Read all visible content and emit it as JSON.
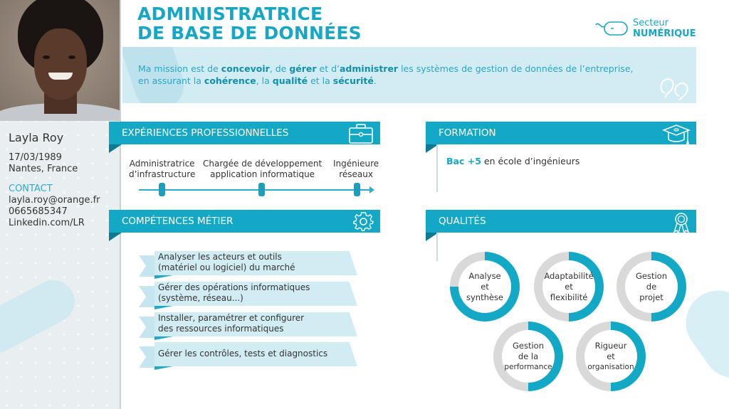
{
  "header": {
    "title_line1": "ADMINISTRATRICE",
    "title_line2": "DE BASE DE DONNÉES",
    "sector_label": "Secteur",
    "sector_value": "NUMÉRIQUE",
    "sector_icon": "mouse-icon"
  },
  "mission": {
    "parts": [
      {
        "text": "Ma mission est de ",
        "bold": false
      },
      {
        "text": "concevoir",
        "bold": true
      },
      {
        "text": ", de ",
        "bold": false
      },
      {
        "text": "gérer",
        "bold": true
      },
      {
        "text": " et d’",
        "bold": false
      },
      {
        "text": "administrer",
        "bold": true
      },
      {
        "text": " les systèmes de gestion de données de l’entreprise,",
        "bold": false
      }
    ],
    "line2_parts": [
      {
        "text": "en assurant la ",
        "bold": false
      },
      {
        "text": "cohérence",
        "bold": true
      },
      {
        "text": ", la ",
        "bold": false
      },
      {
        "text": "qualité",
        "bold": true
      },
      {
        "text": " et la ",
        "bold": false
      },
      {
        "text": "sécurité",
        "bold": true
      },
      {
        "text": ".",
        "bold": false
      }
    ],
    "quote_icon": "quote-icon"
  },
  "profile": {
    "name": "Layla Roy",
    "birthdate": "17/03/1989",
    "location": "Nantes, France",
    "contact_label": "CONTACT",
    "email": "layla.roy@orange.fr",
    "phone": "0665685347",
    "linkedin": "Linkedin.com/LR"
  },
  "experiences": {
    "title": "EXPÉRIENCES PROFESSIONNELLES",
    "icon": "briefcase-icon",
    "items": [
      {
        "line1": "Administratrice",
        "line2": "d’infrastructure"
      },
      {
        "line1": "Chargée de développement",
        "line2": "application informatique"
      },
      {
        "line1": "Ingénieure",
        "line2": "réseaux"
      }
    ]
  },
  "competences": {
    "title": "COMPÉTENCES MÉTIER",
    "icon": "gear-icon",
    "items": [
      {
        "line1": "Analyser les acteurs et outils",
        "line2": "(matériel ou logiciel) du marché"
      },
      {
        "line1": "Gérer des opérations informatiques",
        "line2": "(système, réseau...)"
      },
      {
        "line1": "Installer, paramétrer et configurer",
        "line2": "des ressources informatiques"
      },
      {
        "line1": "Gérer les contrôles, tests et diagnostics",
        "line2": ""
      }
    ]
  },
  "formation": {
    "title": "FORMATION",
    "icon": "graduation-cap-icon",
    "degree": "Bac +5",
    "detail": " en école d’ingénieurs"
  },
  "qualites": {
    "title": "QUALITÉS",
    "icon": "award-ribbon-icon",
    "accent_color": "#13a8c5",
    "track_color": "#d9d9d9",
    "items": [
      {
        "line1": "Analyse",
        "line2": "et",
        "line3": "synthèse",
        "percent": 75
      },
      {
        "line1": "Adaptabilité",
        "line2": "et",
        "line3": "flexibilité",
        "percent": 50
      },
      {
        "line1": "Gestion",
        "line2": "de",
        "line3": "projet",
        "percent": 50
      },
      {
        "line1": "Gestion",
        "line2": "de la",
        "line3": "performance",
        "percent": 50
      },
      {
        "line1": "Rigueur",
        "line2": "et",
        "line3": "organisation",
        "percent": 50
      }
    ]
  },
  "colors": {
    "accent": "#13a8c5",
    "accent_dark": "#0d7a91",
    "light_panel": "#d2ecf3",
    "sidebar_bg": "#e9eff1"
  }
}
